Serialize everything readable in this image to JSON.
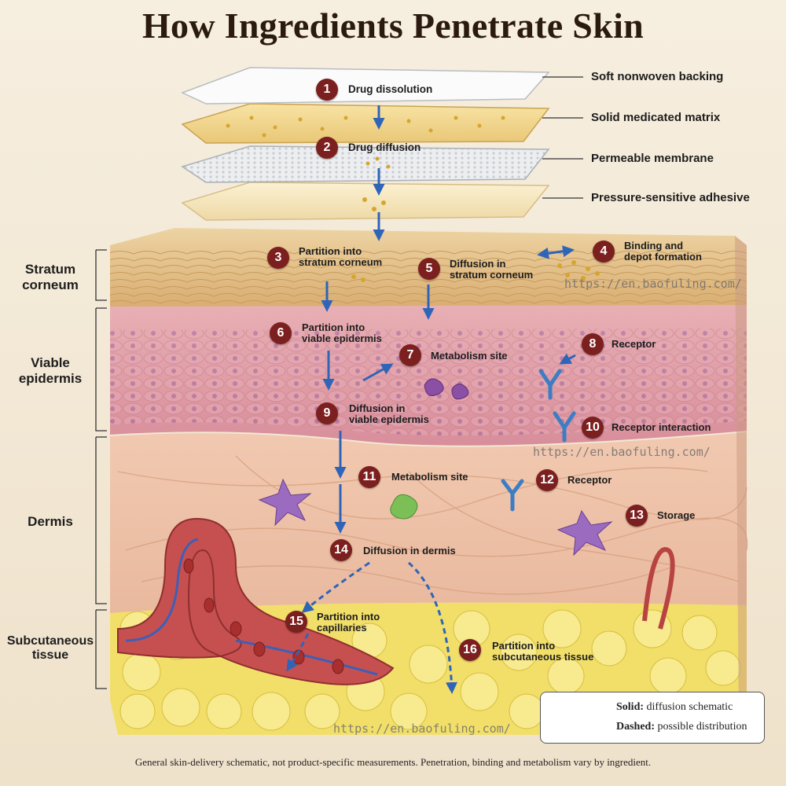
{
  "title": "How Ingredients Penetrate Skin",
  "patch_layers": [
    "Soft nonwoven backing",
    "Solid medicated matrix",
    "Permeable membrane",
    "Pressure-sensitive adhesive"
  ],
  "skin_zones": [
    "Stratum\ncorneum",
    "Viable\nepidermis",
    "Dermis",
    "Subcutaneous\ntissue"
  ],
  "steps": [
    {
      "n": "1",
      "label": "Drug dissolution"
    },
    {
      "n": "2",
      "label": "Drug diffusion"
    },
    {
      "n": "3",
      "label": "Partition into\nstratum corneum"
    },
    {
      "n": "4",
      "label": "Binding and\ndepot formation"
    },
    {
      "n": "5",
      "label": "Diffusion in\nstratum corneum"
    },
    {
      "n": "6",
      "label": "Partition into\nviable epidermis"
    },
    {
      "n": "7",
      "label": "Metabolism site"
    },
    {
      "n": "8",
      "label": "Receptor"
    },
    {
      "n": "9",
      "label": "Diffusion in\nviable epidermis"
    },
    {
      "n": "10",
      "label": "Receptor interaction"
    },
    {
      "n": "11",
      "label": "Metabolism site"
    },
    {
      "n": "12",
      "label": "Receptor"
    },
    {
      "n": "13",
      "label": "Storage"
    },
    {
      "n": "14",
      "label": "Diffusion in dermis"
    },
    {
      "n": "15",
      "label": "Partition into\ncapillaries"
    },
    {
      "n": "16",
      "label": "Partition into\nsubcutaneous tissue"
    }
  ],
  "legend": {
    "solid_key": "Solid:",
    "solid_text": "diffusion schematic",
    "dashed_key": "Dashed:",
    "dashed_text": "possible distribution"
  },
  "watermark": "https://en.baofuling.com/",
  "footnote": "General skin-delivery schematic, not product-specific measurements. Penetration, binding and metabolism vary by ingredient.",
  "colors": {
    "step_badge": "#7c1f1f",
    "arrow": "#2f64b8",
    "stratum_corneum": "#e3bf86",
    "epidermis": "#dd9aa6",
    "dermis": "#eec2a8",
    "fat": "#f2df6a"
  }
}
